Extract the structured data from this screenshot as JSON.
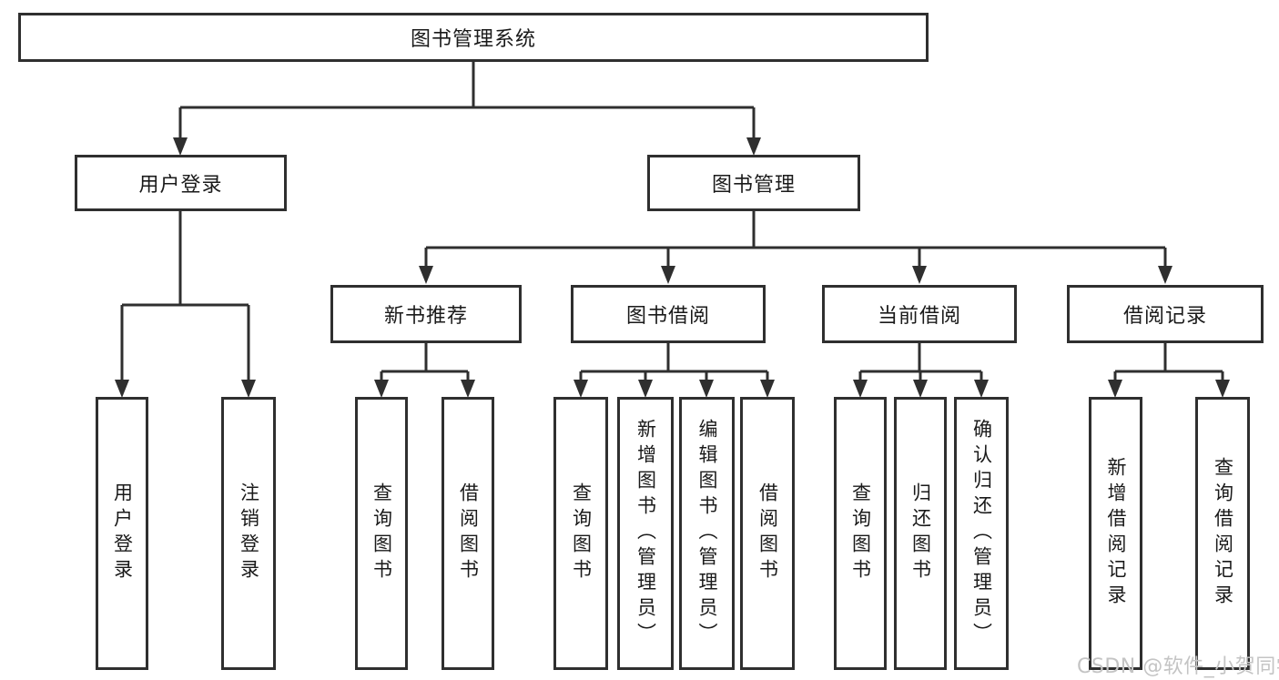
{
  "diagram": {
    "root": "图书管理系统",
    "level2": {
      "user_login": "用户登录",
      "book_management": "图书管理"
    },
    "level3": {
      "new_book_recommend": "新书推荐",
      "book_borrow": "图书借阅",
      "current_borrow": "当前借阅",
      "borrow_records": "借阅记录"
    },
    "leaves": {
      "user_login": "用户登录",
      "logout": "注销登录",
      "query_books_a": "查询图书",
      "borrow_books_a": "借阅图书",
      "query_books_b": "查询图书",
      "add_book_admin": "新增图书（管理员）",
      "edit_book_admin": "编辑图书（管理员）",
      "borrow_books_b": "借阅图书",
      "query_books_c": "查询图书",
      "return_book": "归还图书",
      "confirm_return_admin": "确认归还（管理员）",
      "add_borrow_record": "新增借阅记录",
      "query_borrow_record": "查询借阅记录"
    }
  },
  "watermark": "CSDN @软件_小贺同学",
  "colors": {
    "line": "#2f2f2f",
    "text": "#1a1a1a",
    "watermark": "#c4c4c4",
    "background": "#ffffff"
  }
}
